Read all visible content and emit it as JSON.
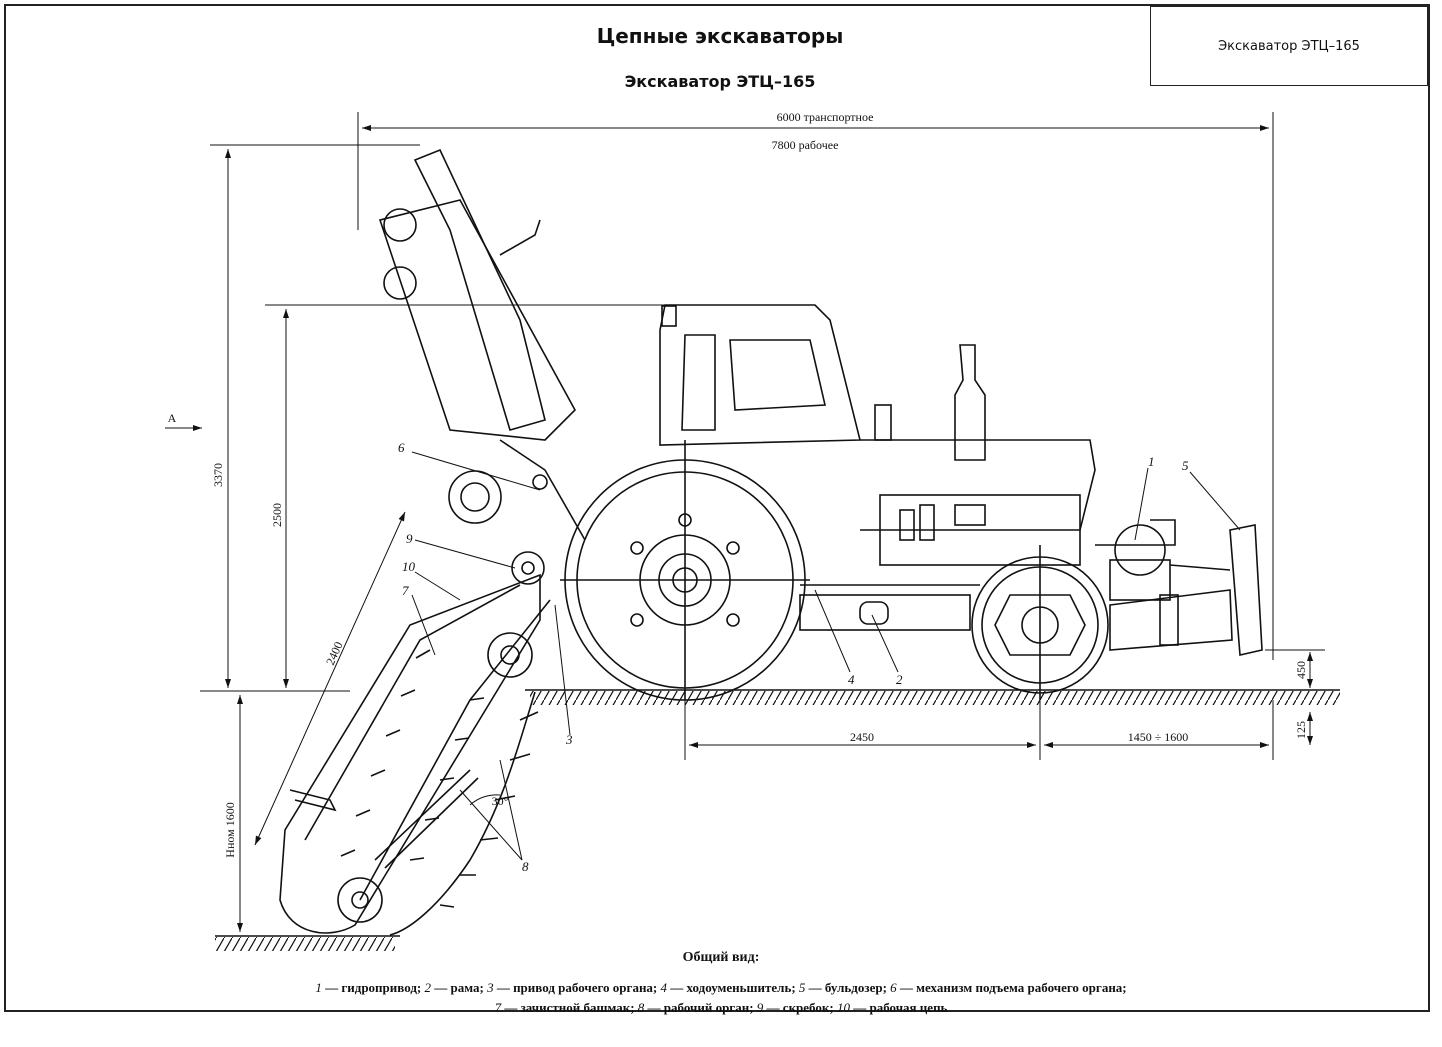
{
  "header": {
    "title": "Цепные экскаваторы",
    "subtitle": "Экскаватор ЭТЦ–165",
    "stamp": "Экскаватор ЭТЦ–165"
  },
  "dimensions": {
    "transport_length": "6000 транспортное",
    "working_length": "7800 рабочее",
    "total_height": "3370",
    "height_2500": "2500",
    "boom_length": "2400",
    "depth": "Hном 1600",
    "wheelbase": "2450",
    "rear_overhang": "1450 ÷ 1600",
    "blade_450": "450",
    "blade_125": "125",
    "angle": "30°",
    "view_arrow": "А"
  },
  "callouts": [
    "1",
    "2",
    "3",
    "4",
    "5",
    "6",
    "7",
    "8",
    "9",
    "10"
  ],
  "caption": {
    "heading": "Общий вид:",
    "line1": [
      {
        "n": "1",
        "t": " — гидропривод; "
      },
      {
        "n": "2",
        "t": " — рама; "
      },
      {
        "n": "3",
        "t": " — привод рабочего органа; "
      },
      {
        "n": "4",
        "t": " — ходоуменьшитель; "
      },
      {
        "n": "5",
        "t": " — бульдозер; "
      },
      {
        "n": "6",
        "t": " — механизм подъема рабочего органа;"
      }
    ],
    "line2": [
      {
        "n": "7",
        "t": " — зачистной башмак; "
      },
      {
        "n": "8",
        "t": " — рабочий орган; "
      },
      {
        "n": "9",
        "t": " — скребок; "
      },
      {
        "n": "10",
        "t": " — рабочая цепь"
      }
    ]
  }
}
